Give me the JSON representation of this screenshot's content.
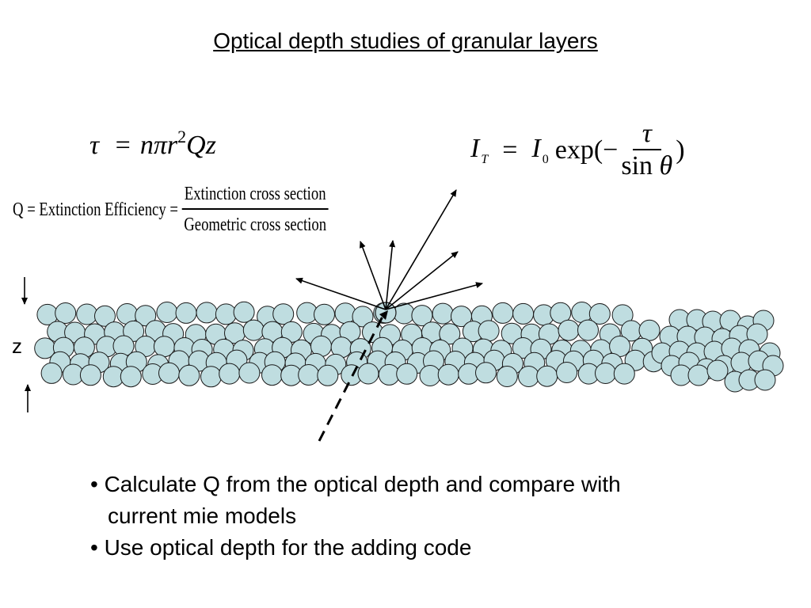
{
  "slide": {
    "title": "Optical depth studies of granular layers",
    "eq1": {
      "lhs": "τ",
      "equals": "=",
      "n": "n",
      "pi": "π",
      "r": "r",
      "exp": "2",
      "Q": "Q",
      "z": "z"
    },
    "eq2": {
      "I": "I",
      "sub_T": "T",
      "equals": "=",
      "I0": "I",
      "sub_0": "0",
      "exp_open": "exp(−",
      "numerator": "τ",
      "denominator_sin": "sin",
      "denominator_theta": "θ",
      "close": ")"
    },
    "q_definition": {
      "lhs": "Q = Extinction Efficiency =",
      "numerator": "Extinction cross section",
      "denominator": "Geometric cross section"
    },
    "z_label": "z",
    "bullets": [
      {
        "line1": "• Calculate Q from the optical depth and compare with",
        "line2": "current mie models"
      },
      {
        "line1": "• Use optical depth for the adding code"
      }
    ]
  },
  "colors": {
    "particle_fill": "#bfdde0",
    "particle_stroke": "#1a1a1a",
    "line": "#000000"
  }
}
